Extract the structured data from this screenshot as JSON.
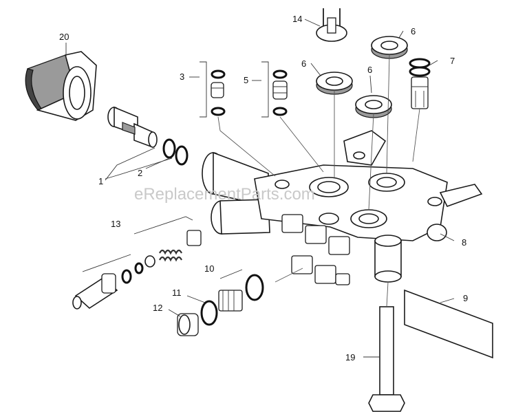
{
  "watermark": "eReplacementParts.com",
  "callouts": [
    {
      "id": "c20",
      "label": "20"
    },
    {
      "id": "c14",
      "label": "14"
    },
    {
      "id": "c6a",
      "label": "6"
    },
    {
      "id": "c6b",
      "label": "6"
    },
    {
      "id": "c6c",
      "label": "6"
    },
    {
      "id": "c7",
      "label": "7"
    },
    {
      "id": "c3",
      "label": "3"
    },
    {
      "id": "c5",
      "label": "5"
    },
    {
      "id": "c1",
      "label": "1"
    },
    {
      "id": "c2",
      "label": "2"
    },
    {
      "id": "c13",
      "label": "13"
    },
    {
      "id": "c8",
      "label": "8"
    },
    {
      "id": "c10",
      "label": "10"
    },
    {
      "id": "c11",
      "label": "11"
    },
    {
      "id": "c12",
      "label": "12"
    },
    {
      "id": "c9",
      "label": "9"
    },
    {
      "id": "c19",
      "label": "19"
    }
  ],
  "colors": {
    "ink": "#1a1a1a",
    "shade": "#9a9a9a",
    "watermark": "#c9c9c9"
  }
}
